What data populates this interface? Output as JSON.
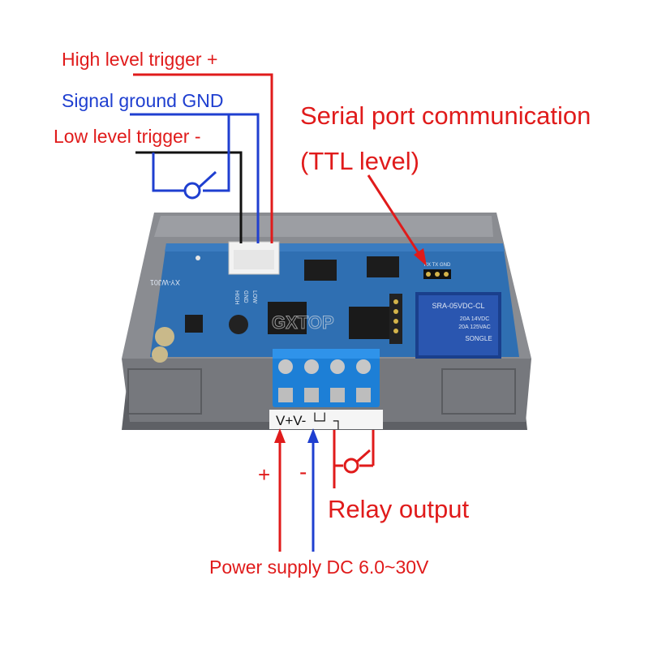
{
  "labels": {
    "high_trigger": "High level trigger +",
    "signal_gnd": "Signal ground GND",
    "low_trigger": "Low level trigger -",
    "serial_port": "Serial port communication",
    "ttl_level": "(TTL level)",
    "relay_output": "Relay output",
    "power_supply": "Power supply DC 6.0~30V",
    "plus_sign": "+",
    "minus_sign": "-"
  },
  "board": {
    "model": "XY-WJ01",
    "relay_model": "SRA-05VDC-CL",
    "relay_rating_1": "20A 14VDC",
    "relay_rating_2": "20A 125VAC",
    "relay_brand": "SONGLE",
    "serial_pins": "RX TX GND",
    "input_pins": [
      "HIGH",
      "GND",
      "LOW"
    ],
    "terminal_label": "V+V- └┘ ┐",
    "watermark": "GXTOP"
  },
  "colors": {
    "red_wire": "#e01b1b",
    "blue_wire": "#1f3fd0",
    "black_wire": "#111111",
    "pcb": "#2f6fb2",
    "case": "#6f7176",
    "terminal": "#1d7fd6"
  }
}
